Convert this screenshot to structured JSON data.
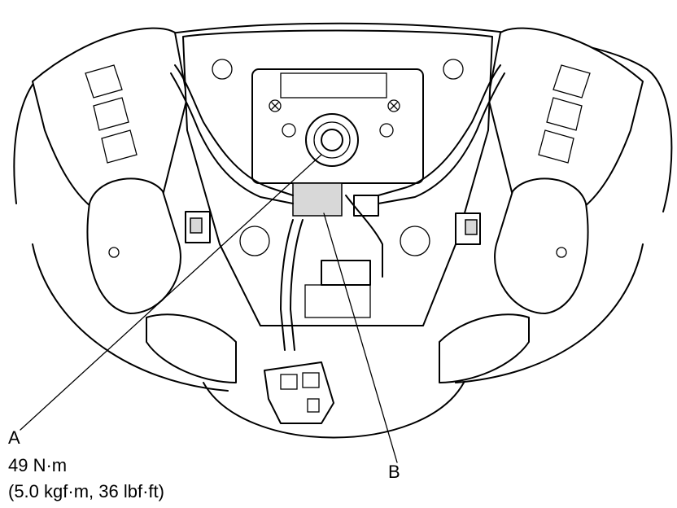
{
  "callouts": {
    "a": {
      "letter": "A",
      "torque_nm": "49 N·m",
      "torque_alt": "(5.0 kgf·m, 36 lbf·ft)"
    },
    "b": {
      "letter": "B"
    }
  }
}
